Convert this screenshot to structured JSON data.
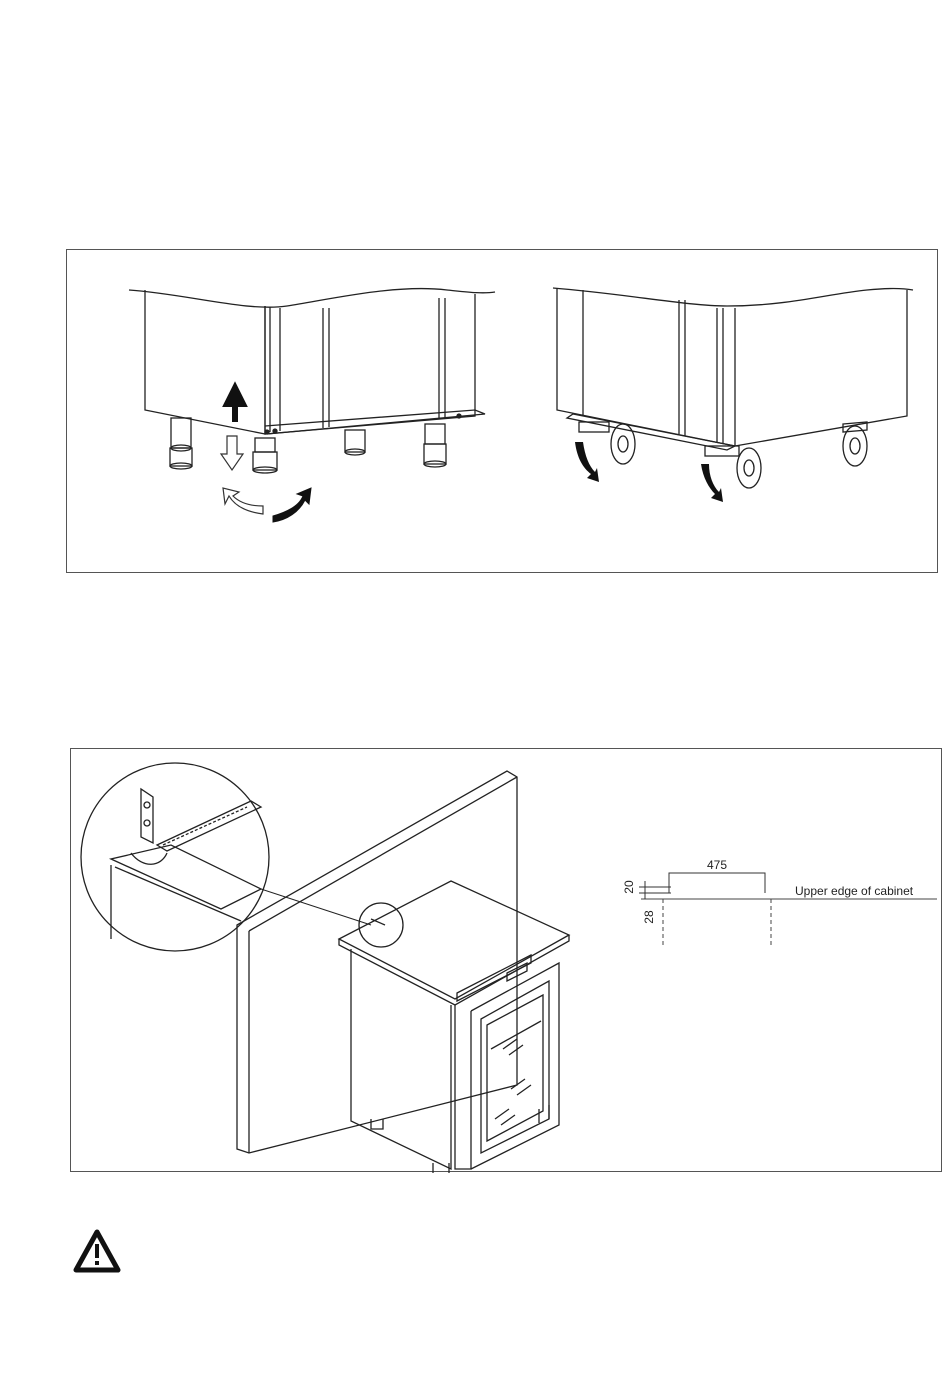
{
  "figure2": {
    "dimensions": {
      "width_label": "475",
      "offset_top_label": "20",
      "offset_bottom_label": "28",
      "edge_label": "Upper edge of cabinet"
    }
  },
  "warning": {
    "icon": "warning-triangle-icon"
  }
}
